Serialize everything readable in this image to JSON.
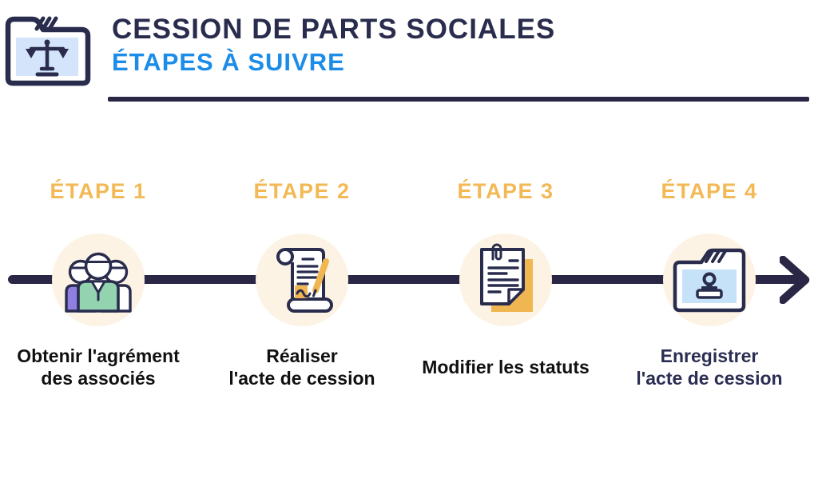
{
  "header": {
    "title": "CESSION DE PARTS SOCIALES",
    "subtitle": "ÉTAPES À SUIVRE",
    "logo_icon": "folder-with-justice-scales-icon"
  },
  "timeline": {
    "direction": "left-to-right",
    "arrowhead": "right-arrow-icon"
  },
  "steps": [
    {
      "label": "ÉTAPE 1",
      "icon": "associates-group-icon",
      "title_lines": [
        "Obtenir l'agrément",
        "des associés"
      ]
    },
    {
      "label": "ÉTAPE 2",
      "icon": "cession-deed-scroll-pen-icon",
      "title_lines": [
        "Réaliser",
        "l'acte de cession"
      ]
    },
    {
      "label": "ÉTAPE 3",
      "icon": "statutes-document-paperclip-icon",
      "title_lines": [
        "Modifier les statuts"
      ]
    },
    {
      "label": "ÉTAPE 4",
      "icon": "registration-folder-stamp-icon",
      "title_lines": [
        "Enregistrer",
        "l'acte de cession"
      ]
    }
  ],
  "colors": {
    "navy": "#292c4d",
    "divider_navy": "#2a2746",
    "accent_blue": "#1b8ce8",
    "gold": "#f2b955",
    "icon_gold": "#f0b652",
    "cream_circle": "#fcf3e4",
    "light_blue_fill": "#d4e4fa",
    "stamp_folder_fill": "#c5e2f9",
    "purple_shirt": "#8f7fe0",
    "green_shirt": "#93d3b0",
    "black_text": "#111111",
    "step4_title_navy": "#2b2d52"
  }
}
